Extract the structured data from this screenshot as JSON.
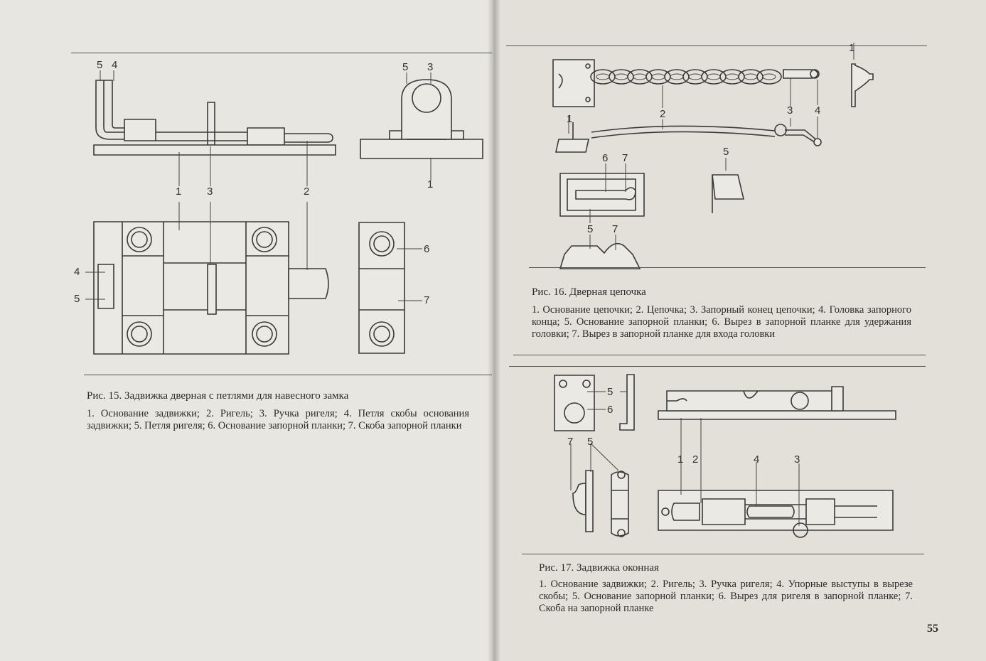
{
  "left_page": {
    "figure15": {
      "title": "Рис.  15.  Задвижка дверная с петлями для навесного замка",
      "legend": "1. Основание задвижки; 2. Ригель; 3. Ручка ригеля; 4. Петля скобы основания задвижки; 5. Петля ригеля; 6. Основание запорной планки; 7. Скоба запорной планки",
      "callouts": {
        "top_5": "5",
        "top_4": "4",
        "top_view_5": "5",
        "top_view_3": "3",
        "side_1": "1",
        "label_1": "1",
        "label_3": "3",
        "label_2": "2",
        "label_6": "6",
        "label_4": "4",
        "label_5": "5",
        "label_7": "7"
      }
    }
  },
  "right_page": {
    "figure16": {
      "title": "Рис.  16.  Дверная цепочка",
      "legend": "1. Основание цепочки; 2. Цепочка; 3. Запорный конец цепочки; 4. Головка запорного конца; 5. Основание запорной планки; 6. Вырез в запорной планке для удержания головки; 7. Вырез в запорной планке для входа головки",
      "callouts": {
        "c1a": "1",
        "c1b": "1",
        "c2": "2",
        "c3": "3",
        "c4": "4",
        "c5a": "5",
        "c6": "6",
        "c7a": "7",
        "c5b": "5",
        "c7b": "7"
      }
    },
    "figure17": {
      "title": "Рис.  17.  Задвижка оконная",
      "legend": "1. Основание задвижки; 2. Ригель; 3. Ручка ригеля; 4. Упорные выступы в вырезе скобы; 5. Основание запорной планки; 6. Вырез для ригеля в запорной планке; 7. Скоба на запорной планке",
      "callouts": {
        "c5a": "5",
        "c6": "6",
        "c7": "7",
        "c5b": "5",
        "c1": "1",
        "c2": "2",
        "c4": "4",
        "c3": "3"
      }
    },
    "page_number": "55"
  }
}
